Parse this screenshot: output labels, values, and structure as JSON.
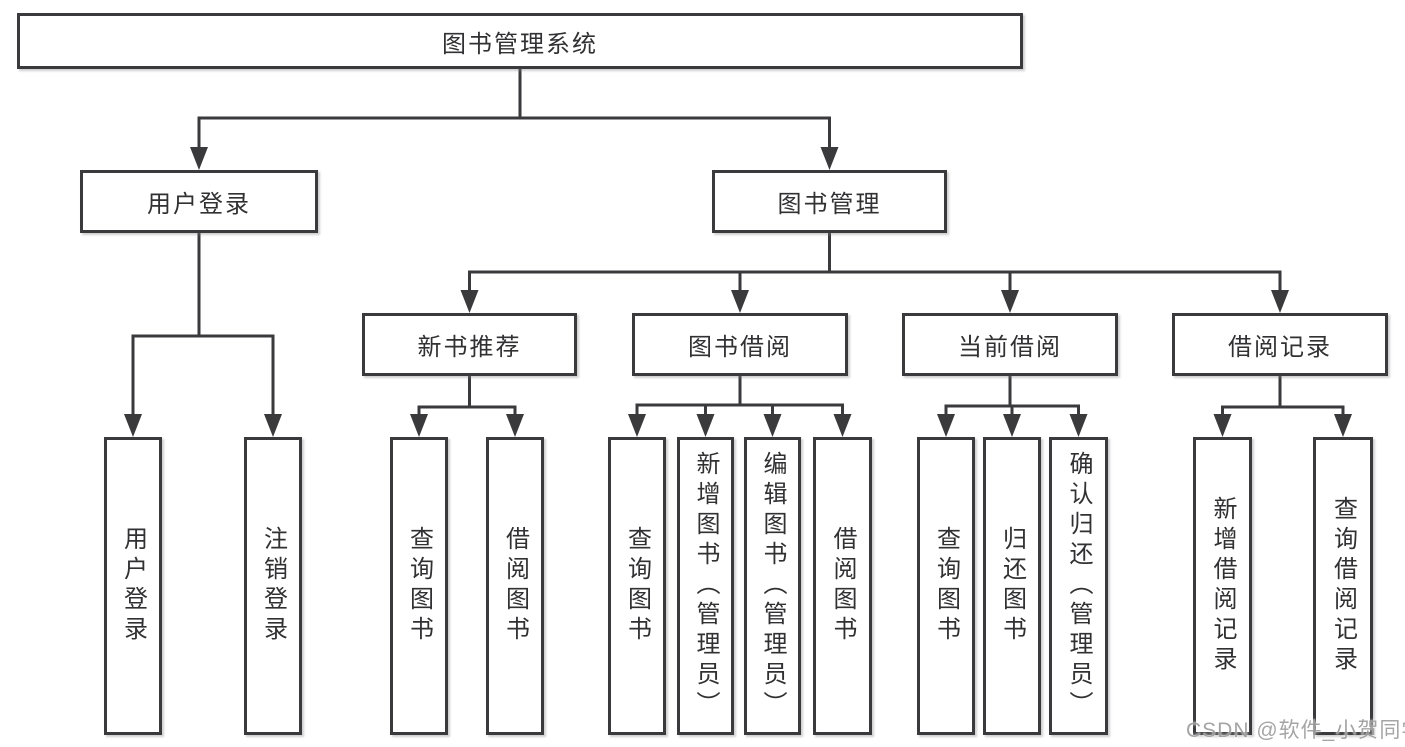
{
  "diagram": {
    "title": "图书管理系统",
    "type": "hierarchy-tree",
    "colors": {
      "line": "#3a3a3c",
      "box_border": "#3a3a3c",
      "box_fill": "#ffffff",
      "text": "#313133",
      "background": "#ffffff"
    },
    "nodes": [
      {
        "id": "root",
        "label": "图书管理系统",
        "orientation": "horizontal",
        "level": 0
      },
      {
        "id": "login",
        "label": "用户登录",
        "orientation": "horizontal",
        "level": 1
      },
      {
        "id": "mgmt",
        "label": "图书管理",
        "orientation": "horizontal",
        "level": 1
      },
      {
        "id": "newrec",
        "label": "新书推荐",
        "orientation": "horizontal",
        "level": 2
      },
      {
        "id": "borrow",
        "label": "图书借阅",
        "orientation": "horizontal",
        "level": 2
      },
      {
        "id": "current",
        "label": "当前借阅",
        "orientation": "horizontal",
        "level": 2
      },
      {
        "id": "records",
        "label": "借阅记录",
        "orientation": "horizontal",
        "level": 2
      },
      {
        "id": "user-login",
        "label": "用户登录",
        "orientation": "vertical",
        "level": 3
      },
      {
        "id": "logout",
        "label": "注销登录",
        "orientation": "vertical",
        "level": 3
      },
      {
        "id": "newrec-query",
        "label": "查询图书",
        "orientation": "vertical",
        "level": 3
      },
      {
        "id": "newrec-borrow",
        "label": "借阅图书",
        "orientation": "vertical",
        "level": 3
      },
      {
        "id": "borrow-query",
        "label": "查询图书",
        "orientation": "vertical",
        "level": 3
      },
      {
        "id": "borrow-add",
        "label": "新增图书（管理员）",
        "orientation": "vertical",
        "level": 3
      },
      {
        "id": "borrow-edit",
        "label": "编辑图书（管理员）",
        "orientation": "vertical",
        "level": 3
      },
      {
        "id": "borrow-borrow",
        "label": "借阅图书",
        "orientation": "vertical",
        "level": 3
      },
      {
        "id": "current-query",
        "label": "查询图书",
        "orientation": "vertical",
        "level": 3
      },
      {
        "id": "current-return",
        "label": "归还图书",
        "orientation": "vertical",
        "level": 3
      },
      {
        "id": "current-confirm",
        "label": "确认归还（管理员）",
        "orientation": "vertical",
        "level": 3
      },
      {
        "id": "records-add",
        "label": "新增借阅记录",
        "orientation": "vertical",
        "level": 3
      },
      {
        "id": "records-query",
        "label": "查询借阅记录",
        "orientation": "vertical",
        "level": 3
      }
    ],
    "edges": [
      {
        "from": "root",
        "to": [
          "login",
          "mgmt"
        ]
      },
      {
        "from": "login",
        "to": [
          "user-login",
          "logout"
        ]
      },
      {
        "from": "mgmt",
        "to": [
          "newrec",
          "borrow",
          "current",
          "records"
        ]
      },
      {
        "from": "newrec",
        "to": [
          "newrec-query",
          "newrec-borrow"
        ]
      },
      {
        "from": "borrow",
        "to": [
          "borrow-query",
          "borrow-add",
          "borrow-edit",
          "borrow-borrow"
        ]
      },
      {
        "from": "current",
        "to": [
          "current-query",
          "current-return",
          "current-confirm"
        ]
      },
      {
        "from": "records",
        "to": [
          "records-add",
          "records-query"
        ]
      }
    ]
  },
  "watermark": {
    "text": "CSDN @软件_小贺同学",
    "color": "#9e9e9e"
  }
}
